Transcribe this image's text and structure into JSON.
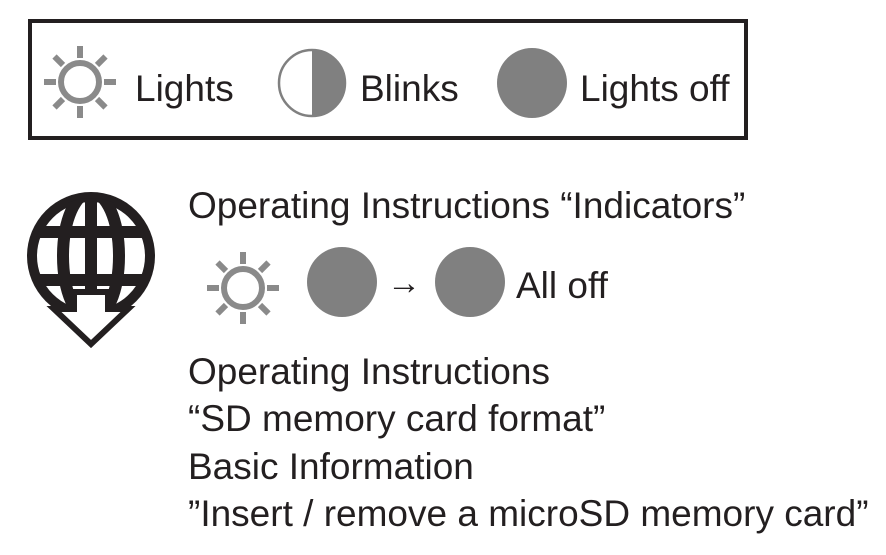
{
  "legend": {
    "lights_label": "Lights",
    "blinks_label": "Blinks",
    "lights_off_label": "Lights off"
  },
  "ref1": {
    "title": "Operating Instructions “Indicators”",
    "arrow": "→",
    "result_label": "All off"
  },
  "ref2": {
    "line1": "Operating Instructions",
    "line2": "“SD memory card format”"
  },
  "ref3": {
    "line1": "Basic Information",
    "line2": "”Insert / remove a microSD memory card”"
  },
  "colors": {
    "ink": "#231f20",
    "gray": "#808080",
    "sun_gray": "#8a8a8a"
  },
  "icons": [
    "sun-icon",
    "half-circle-icon",
    "filled-circle-icon",
    "globe-download-icon",
    "arrow-right-icon"
  ]
}
